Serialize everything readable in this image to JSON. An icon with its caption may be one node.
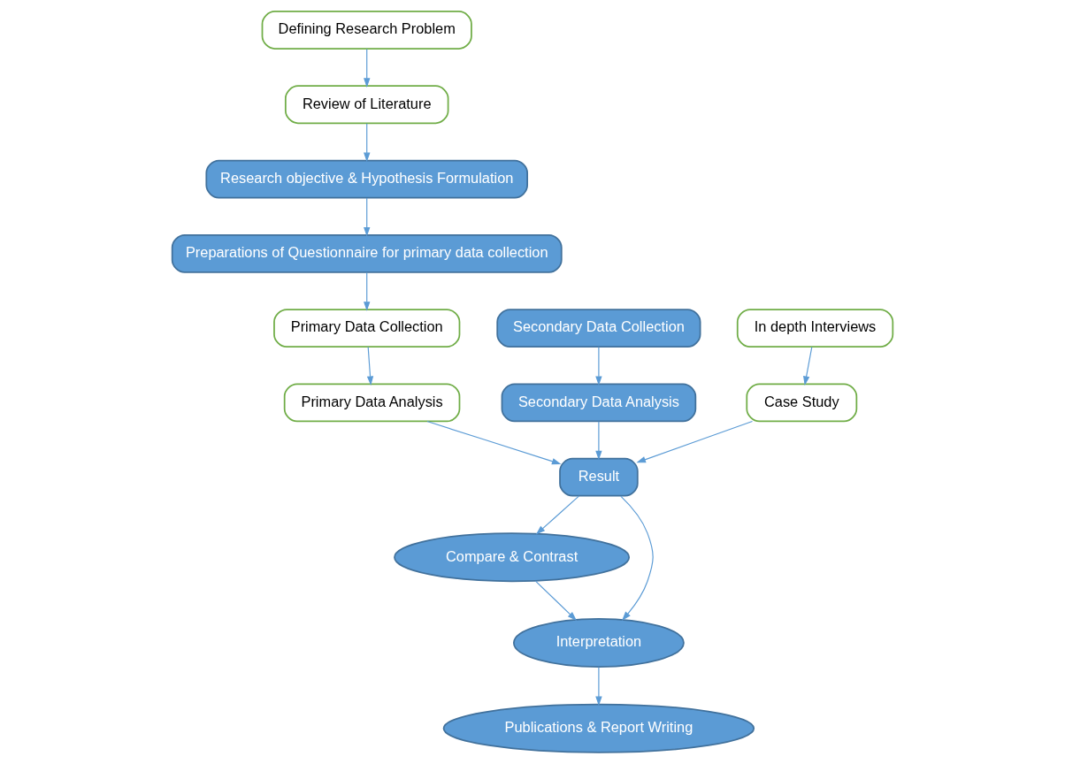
{
  "diagram": {
    "nodes": [
      {
        "text": [
          "Defining Research Problem"
        ]
      },
      {
        "text": [
          "Review of Literature"
        ]
      },
      {
        "text": [
          "Research objective & Hypothesis Formulation"
        ]
      },
      {
        "text": [
          "Preparations of Questionnaire for primary data collection"
        ]
      },
      {
        "text": [
          "Primary Data Analysis"
        ]
      },
      {
        "text": [
          "Primary Data Collection"
        ]
      },
      {
        "text": [
          "Compare & Contrast"
        ]
      },
      {
        "text": [
          "Interpretation"
        ]
      },
      {
        "text": [
          "Result"
        ]
      },
      {
        "text": [
          "Secondary Data Analysis"
        ]
      },
      {
        "text": [
          "Secondary Data Collection"
        ]
      },
      {
        "text": [
          "Publications & Report Writing"
        ]
      },
      {
        "text": [
          "Case Study"
        ]
      },
      {
        "text": [
          "In depth Interviews"
        ]
      }
    ],
    "edges": [
      {
        "from": 0,
        "to": 1,
        "arrow": "to"
      },
      {
        "from": 1,
        "to": 2,
        "arrow": "to"
      },
      {
        "from": 2,
        "to": 3,
        "arrow": "to"
      },
      {
        "from": 3,
        "to": 5,
        "arrow": "to"
      },
      {
        "from": 5,
        "to": 4,
        "arrow": "to"
      },
      {
        "from": 4,
        "to": 8,
        "arrow": "to"
      },
      {
        "from": 10,
        "to": 9,
        "arrow": "to"
      },
      {
        "from": 9,
        "to": 8,
        "arrow": "to"
      },
      {
        "from": 13,
        "to": 12,
        "arrow": "to"
      },
      {
        "from": 12,
        "to": 8,
        "arrow": "to"
      },
      {
        "from": 8,
        "to": 6,
        "arrow": "to"
      },
      {
        "from": 8,
        "to": 7,
        "arrow": "to"
      },
      {
        "from": 6,
        "to": 7,
        "arrow": "to"
      },
      {
        "from": 7,
        "to": 11,
        "arrow": "to"
      }
    ]
  }
}
